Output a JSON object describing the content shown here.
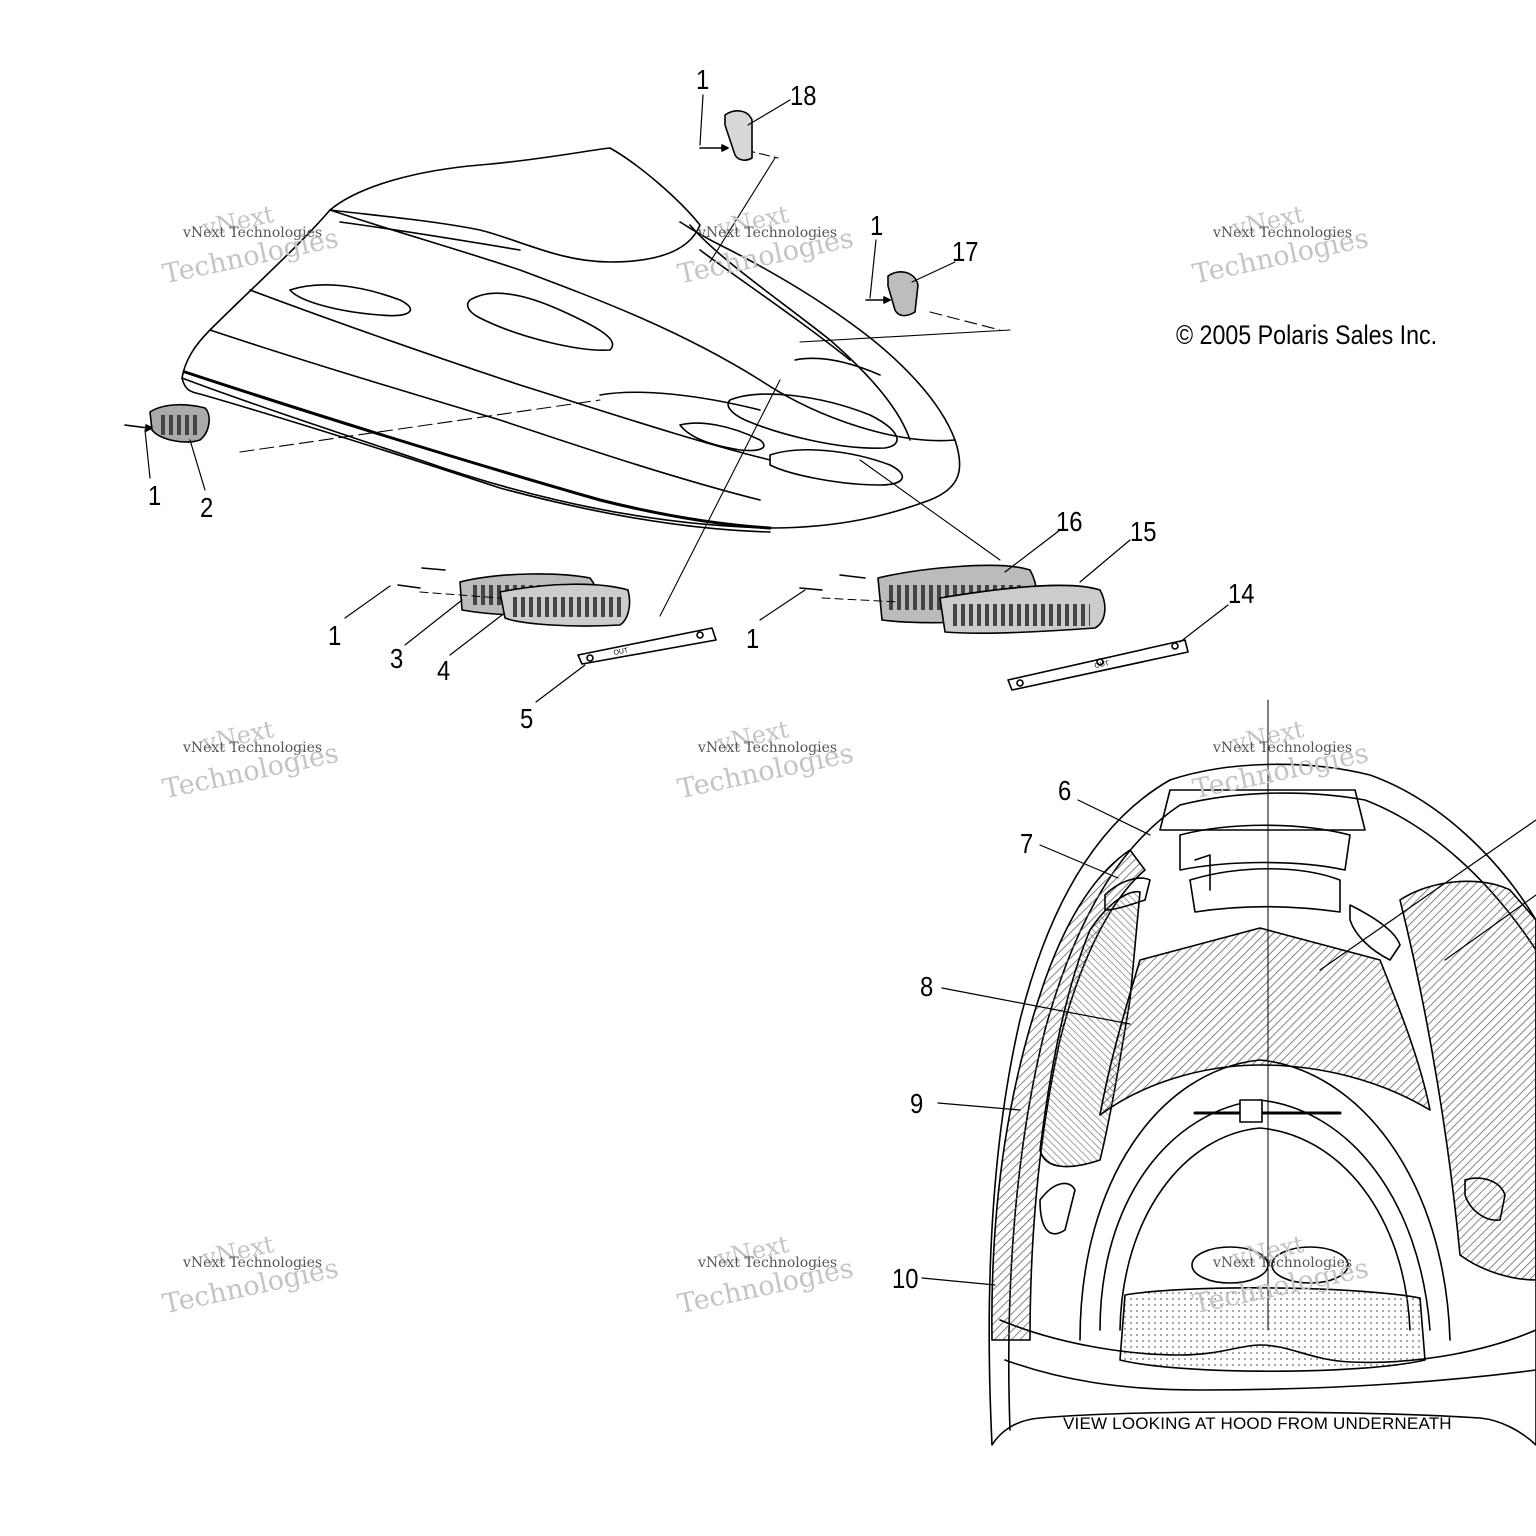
{
  "copyright": "© 2005 Polaris Sales Inc.",
  "view_caption": "VIEW LOOKING AT HOOD FROM UNDERNEATH",
  "watermark": {
    "line1": "vNext",
    "line2": "vNext Technologies",
    "line3": "Technologies"
  },
  "callouts": {
    "c1a": "1",
    "c18": "18",
    "c1b": "1",
    "c17": "17",
    "c1c": "1",
    "c2": "2",
    "c16": "16",
    "c15": "15",
    "c1d": "1",
    "c3": "3",
    "c4": "4",
    "c1e": "1",
    "c14": "14",
    "c5": "5",
    "c6": "6",
    "c7": "7",
    "c8": "8",
    "c9": "9",
    "c10": "10"
  },
  "decal_text": {
    "out": "OUT"
  }
}
